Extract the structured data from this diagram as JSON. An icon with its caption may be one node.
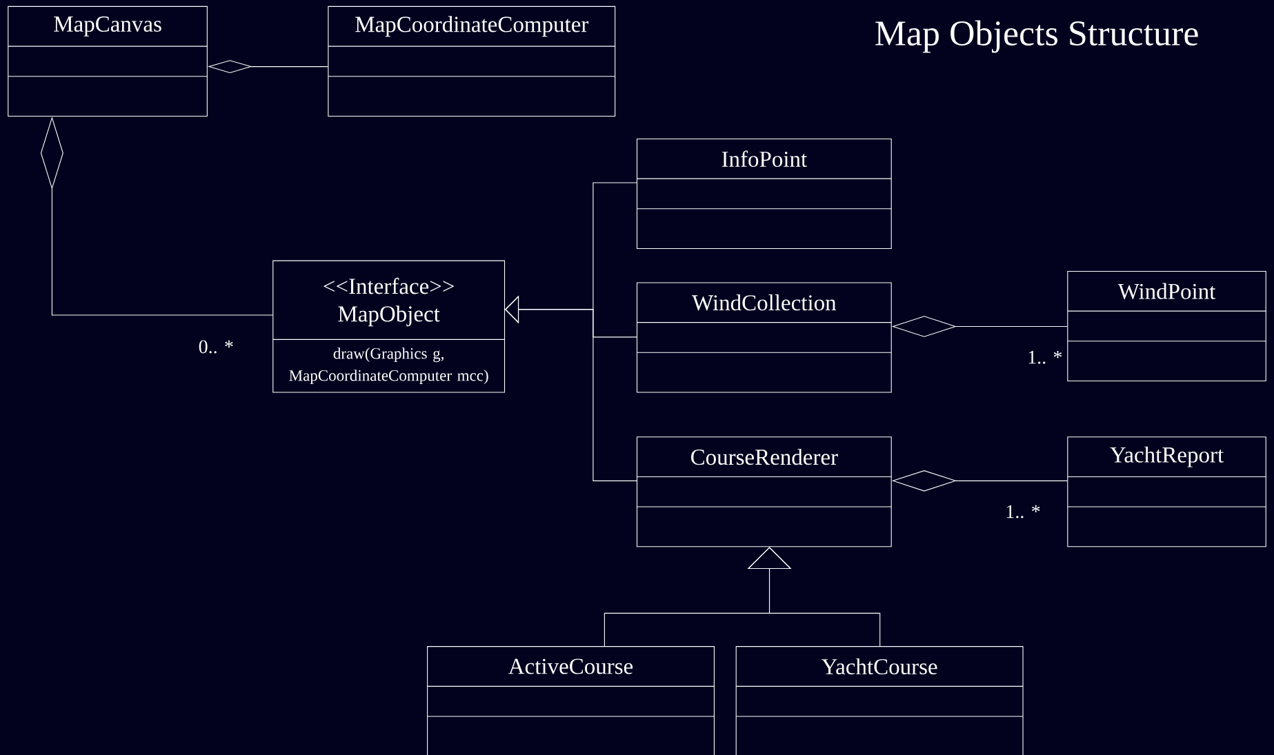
{
  "diagram": {
    "title": "Map Objects Structure",
    "nodes": [
      {
        "text": [
          "MapCanvas"
        ]
      },
      {
        "text": [
          "MapCoordinateComputer"
        ]
      },
      {
        "text": [
          "InfoPoint"
        ]
      },
      {
        "text": [
          "<<Interface>>",
          "MapObject",
          "draw(Graphics g, MapCoordinateComputer mcc)"
        ]
      },
      {
        "text": [
          "WindCollection"
        ]
      },
      {
        "text": [
          "WindPoint"
        ]
      },
      {
        "text": [
          "CourseRenderer"
        ]
      },
      {
        "text": [
          "YachtReport"
        ]
      },
      {
        "text": [
          "ActiveCourse"
        ]
      },
      {
        "text": [
          "YachtCourse"
        ]
      }
    ],
    "edges": [
      {
        "from": 0,
        "to": 1,
        "arrow": "other"
      },
      {
        "from": 0,
        "to": 3,
        "arrow": "other",
        "label": "0.. *"
      },
      {
        "from": 2,
        "to": 3,
        "arrow": "to"
      },
      {
        "from": 4,
        "to": 3,
        "arrow": "to"
      },
      {
        "from": 6,
        "to": 3,
        "arrow": "to"
      },
      {
        "from": 4,
        "to": 5,
        "arrow": "other",
        "label": "1.. *"
      },
      {
        "from": 6,
        "to": 7,
        "arrow": "other",
        "label": "1.. *"
      },
      {
        "from": 8,
        "to": 6,
        "arrow": "to"
      },
      {
        "from": 9,
        "to": 6,
        "arrow": "to"
      }
    ]
  }
}
